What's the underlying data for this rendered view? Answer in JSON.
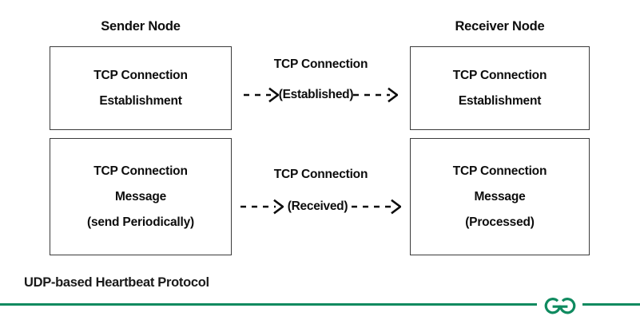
{
  "diagram": {
    "columns": {
      "sender_title": "Sender Node",
      "receiver_title": "Receiver Node"
    },
    "boxes": {
      "sender_top": {
        "line1": "TCP Connection",
        "line2": "Establishment"
      },
      "receiver_top": {
        "line1": "TCP Connection",
        "line2": "Establishment"
      },
      "sender_bottom": {
        "line1": "TCP Connection",
        "line2": "Message",
        "line3": "(send Periodically)"
      },
      "receiver_bottom": {
        "line1": "TCP Connection",
        "line2": "Message",
        "line3": "(Processed)"
      }
    },
    "connectors": {
      "top": {
        "caption": "TCP Connection",
        "state": "(Established)"
      },
      "bottom": {
        "caption": "TCP Connection",
        "state": "(Received)"
      }
    }
  },
  "footer": {
    "caption": "UDP-based Heartbeat Protocol",
    "logo_name": "geeksforgeeks-logo",
    "rule_color": "#0f8a5f",
    "logo_color": "#0f8a5f"
  },
  "colors": {
    "background": "#ffffff",
    "box_border": "#3b3b3b",
    "text": "#0d0d0d",
    "accent_green": "#0f8a5f"
  }
}
